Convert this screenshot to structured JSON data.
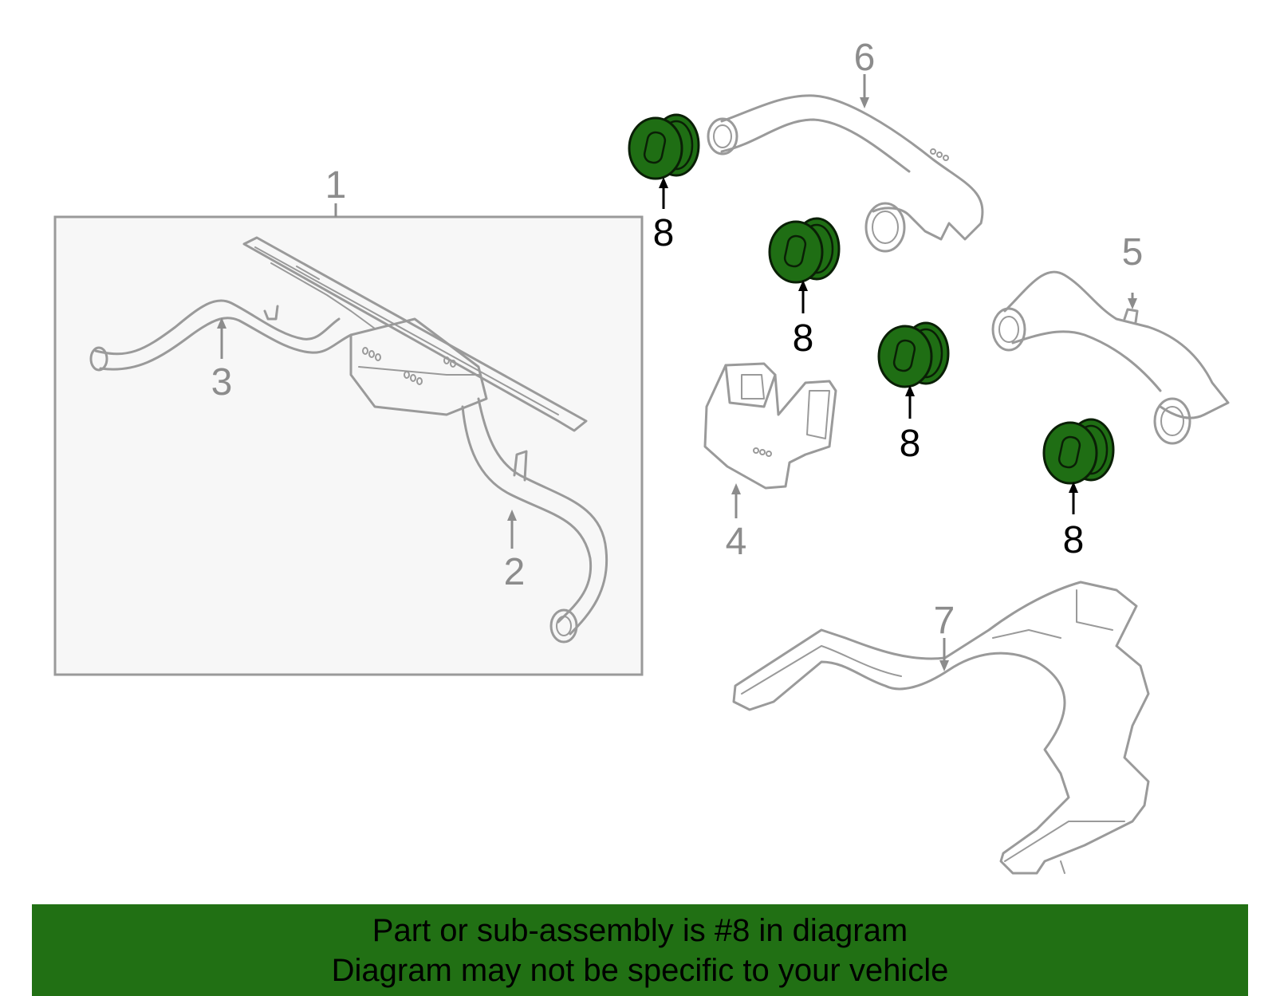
{
  "colors": {
    "banner": "#217014",
    "highlight_part": "#1f6e14",
    "outline": "#9a9a9a",
    "box_fill": "#f7f7f7"
  },
  "callouts": {
    "c1": "1",
    "c2": "2",
    "c3": "3",
    "c4": "4",
    "c5": "5",
    "c6": "6",
    "c7": "7",
    "c8": "8"
  },
  "banner": {
    "line1": "Part or sub-assembly is #8 in diagram",
    "line2": "Diagram may not be specific to your vehicle"
  }
}
